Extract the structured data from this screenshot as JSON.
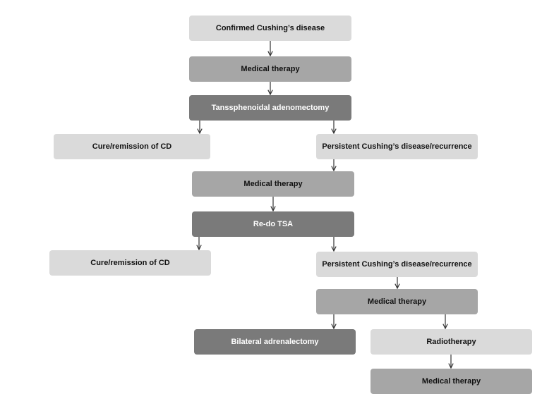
{
  "nodes": {
    "confirmed": "Confirmed Cushing’s disease",
    "medical_1": "Medical therapy",
    "tss": "Tanssphenoidal adenomectomy",
    "cure_1": "Cure/remission of CD",
    "persistent_1": "Persistent Cushing’s disease/recurrence",
    "medical_2": "Medical therapy",
    "redo_tsa": "Re-do TSA",
    "cure_2": "Cure/remission of CD",
    "persistent_2": "Persistent Cushing’s disease/recurrence",
    "medical_3": "Medical therapy",
    "adrenalectomy": "Bilateral adrenalectomy",
    "radiotherapy": "Radiotherapy",
    "medical_4": "Medical therapy"
  },
  "colors": {
    "light": "#dadada",
    "medium": "#a6a6a6",
    "dark": "#7a7a7a",
    "arrow": "#333333"
  }
}
